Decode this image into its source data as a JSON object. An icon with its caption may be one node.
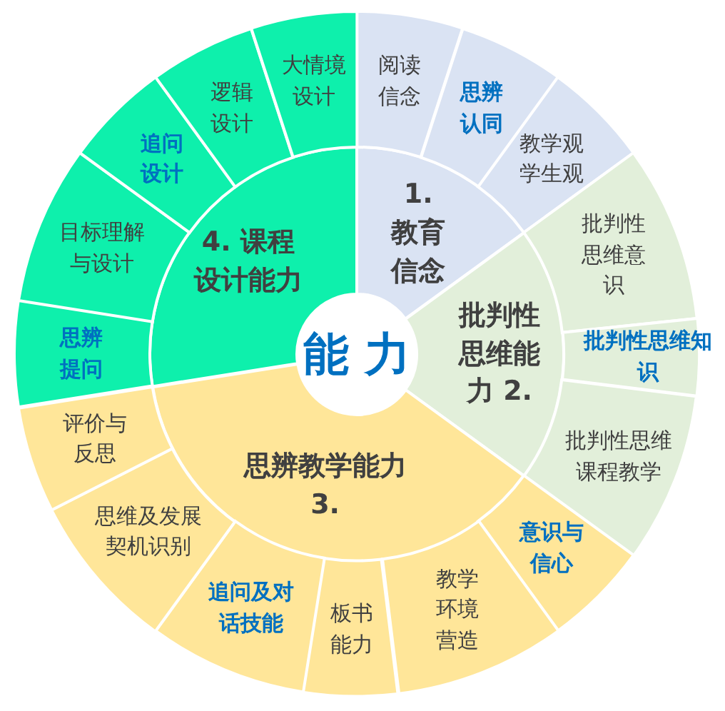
{
  "diagram": {
    "nodes": [
      {
        "text": [
          "能 力"
        ]
      },
      {
        "text": [
          "1. 教育信念"
        ]
      },
      {
        "text": [
          "阅读信念"
        ]
      },
      {
        "text": [
          "思辨认同"
        ]
      },
      {
        "text": [
          "教学观学生观"
        ]
      },
      {
        "text": [
          "批判性思维能力 2."
        ]
      },
      {
        "text": [
          "批判性思维意识"
        ]
      },
      {
        "text": [
          "批判性思维知识"
        ]
      },
      {
        "text": [
          "批判性思维课程教学"
        ]
      },
      {
        "text": [
          "思辨教学能力 3."
        ]
      },
      {
        "text": [
          "意识与信心"
        ]
      },
      {
        "text": [
          "教学环境营造"
        ]
      },
      {
        "text": [
          "板书能力"
        ]
      },
      {
        "text": [
          "追问及对话技能"
        ]
      },
      {
        "text": [
          "思维及发展契机识别"
        ]
      },
      {
        "text": [
          "评价与反思"
        ]
      },
      {
        "text": [
          "4. 课程设计能力"
        ]
      },
      {
        "text": [
          "思辨提问"
        ]
      },
      {
        "text": [
          "目标理解与设计"
        ]
      },
      {
        "text": [
          "追问设计"
        ]
      },
      {
        "text": [
          "逻辑设计"
        ]
      },
      {
        "text": [
          "大情境设计"
        ]
      }
    ]
  }
}
